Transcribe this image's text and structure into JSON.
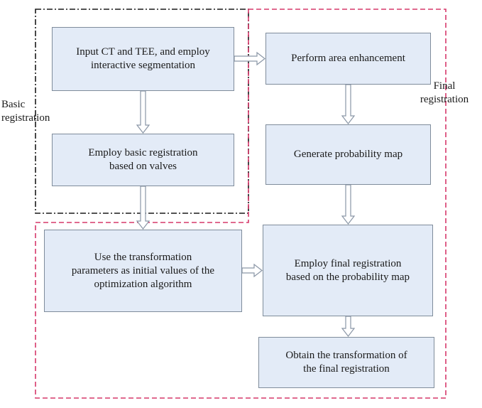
{
  "labels": {
    "basic": "Basic\nregistration",
    "final": "Final\nregistration"
  },
  "boxes": {
    "input": "Input CT and TEE, and employ\ninteractive segmentation",
    "basic_registration": "Employ basic registration\nbased on valves",
    "transform": "Use the transformation\nparameters as initial values of the\noptimization algorithm",
    "enhance": "Perform area enhancement",
    "probability_map": "Generate probability map",
    "final_registration": "Employ final registration\nbased on the probability map",
    "obtain": "Obtain the transformation of\nthe final registration"
  },
  "colors": {
    "box_fill": "#e3ebf7",
    "box_border": "#7f8c9b",
    "basic_region_border": "#1a1a1a",
    "final_region_border": "#d6386a",
    "arrow_fill": "#ffffff",
    "arrow_stroke": "#8a96a6"
  }
}
